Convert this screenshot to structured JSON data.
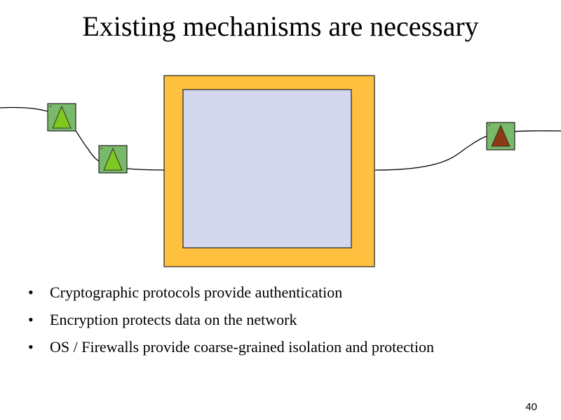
{
  "slide": {
    "title": "Existing mechanisms are necessary",
    "bullets": [
      "Cryptographic protocols provide authentication",
      "Encryption protects data on the network",
      "OS / Firewalls provide coarse-grained isolation and protection"
    ],
    "page_number": "40"
  },
  "diagram": {
    "colors": {
      "outer_box": "#FFC040",
      "inner_box": "#D4D8EE",
      "node_fill": "#79B96A",
      "trusted_triangle": "#7FC81E",
      "untrusted_triangle": "#8B3A12",
      "line": "#000000"
    },
    "nodes": [
      {
        "name": "left-node-1",
        "icon": "green-triangle-icon"
      },
      {
        "name": "left-node-2",
        "icon": "green-triangle-icon"
      },
      {
        "name": "right-node",
        "icon": "red-triangle-icon"
      }
    ]
  }
}
